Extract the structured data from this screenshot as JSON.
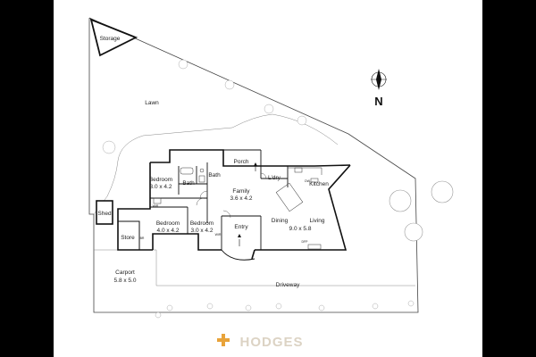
{
  "site": {
    "storage": "Storage",
    "lawn": "Lawn",
    "shed": "Shed",
    "carport": {
      "name": "Carport",
      "dims": "5.8 x 5.0"
    },
    "driveway": "Driveway",
    "north": "N"
  },
  "rooms": {
    "bedroom1": {
      "name": "Bedroom",
      "dims": "3.0 x 4.2"
    },
    "bath1": "Bath",
    "bath2": "Bath",
    "porch": "Porch",
    "laundry": "L'dry",
    "kitchen": "Kitchen",
    "family": {
      "name": "Family",
      "dims": "3.6 x 4.2"
    },
    "dining": "Dining",
    "living": {
      "name": "Living",
      "dims": "9.0 x 5.8"
    },
    "bedroom2": {
      "name": "Bedroom",
      "dims": "4.0 x 4.2"
    },
    "bedroom3": {
      "name": "Bedroom",
      "dims": "3.0 x 4.2"
    },
    "entry": "Entry",
    "store": "Store"
  },
  "fixtures": {
    "wir": "WIR",
    "dw": "DW",
    "dfp": "DFP",
    "br": "BR"
  },
  "brand": {
    "name": "HODGES",
    "accent": "#e8a33a"
  }
}
